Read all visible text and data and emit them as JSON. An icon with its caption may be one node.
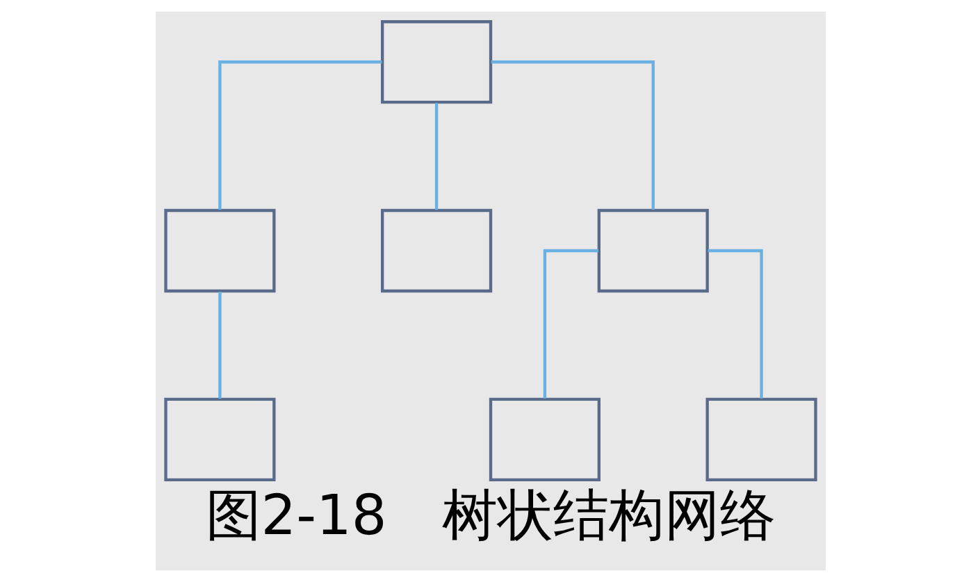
{
  "diagram": {
    "caption": "图2-18　树状结构网络",
    "nodes": [
      {
        "text": [],
        "shape": "box"
      },
      {
        "text": [],
        "shape": "box"
      },
      {
        "text": [],
        "shape": "box"
      },
      {
        "text": [],
        "shape": "box"
      },
      {
        "text": [],
        "shape": "box"
      },
      {
        "text": [],
        "shape": "box"
      },
      {
        "text": [],
        "shape": "box"
      }
    ],
    "edges": [
      {
        "from": 0,
        "to": 1,
        "arrow": "none"
      },
      {
        "from": 0,
        "to": 2,
        "arrow": "none"
      },
      {
        "from": 0,
        "to": 3,
        "arrow": "none"
      },
      {
        "from": 1,
        "to": 4,
        "arrow": "none"
      },
      {
        "from": 3,
        "to": 5,
        "arrow": "none"
      },
      {
        "from": 3,
        "to": 6,
        "arrow": "none"
      }
    ]
  }
}
